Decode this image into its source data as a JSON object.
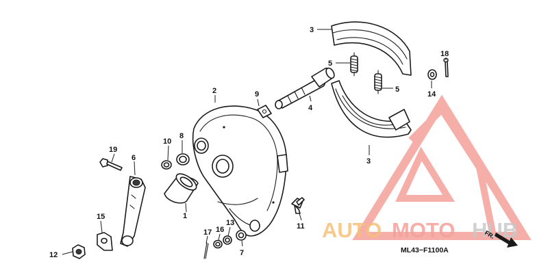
{
  "diagram": {
    "code_label": "ML43−F1100A",
    "fr_label": "FR.",
    "colors": {
      "line": "#1a1a1a",
      "watermark_red": "#f4a09a",
      "watermark_orange": "#f6c078",
      "watermark_gray": "#c9c9c9"
    },
    "callouts": [
      {
        "id": "p1",
        "label": "1"
      },
      {
        "id": "p2",
        "label": "2"
      },
      {
        "id": "p3a",
        "label": "3"
      },
      {
        "id": "p3b",
        "label": "3"
      },
      {
        "id": "p4",
        "label": "4"
      },
      {
        "id": "p5a",
        "label": "5"
      },
      {
        "id": "p5b",
        "label": "5"
      },
      {
        "id": "p6",
        "label": "6"
      },
      {
        "id": "p7",
        "label": "7"
      },
      {
        "id": "p8",
        "label": "8"
      },
      {
        "id": "p9",
        "label": "9"
      },
      {
        "id": "p10",
        "label": "10"
      },
      {
        "id": "p11",
        "label": "11"
      },
      {
        "id": "p12",
        "label": "12"
      },
      {
        "id": "p13",
        "label": "13"
      },
      {
        "id": "p14",
        "label": "14"
      },
      {
        "id": "p15",
        "label": "15"
      },
      {
        "id": "p16",
        "label": "16"
      },
      {
        "id": "p17",
        "label": "17"
      },
      {
        "id": "p18",
        "label": "18"
      },
      {
        "id": "p19",
        "label": "19"
      }
    ]
  },
  "watermark": {
    "part1": "AUTO",
    "part2": "MOTO",
    "part3": "HUB"
  }
}
